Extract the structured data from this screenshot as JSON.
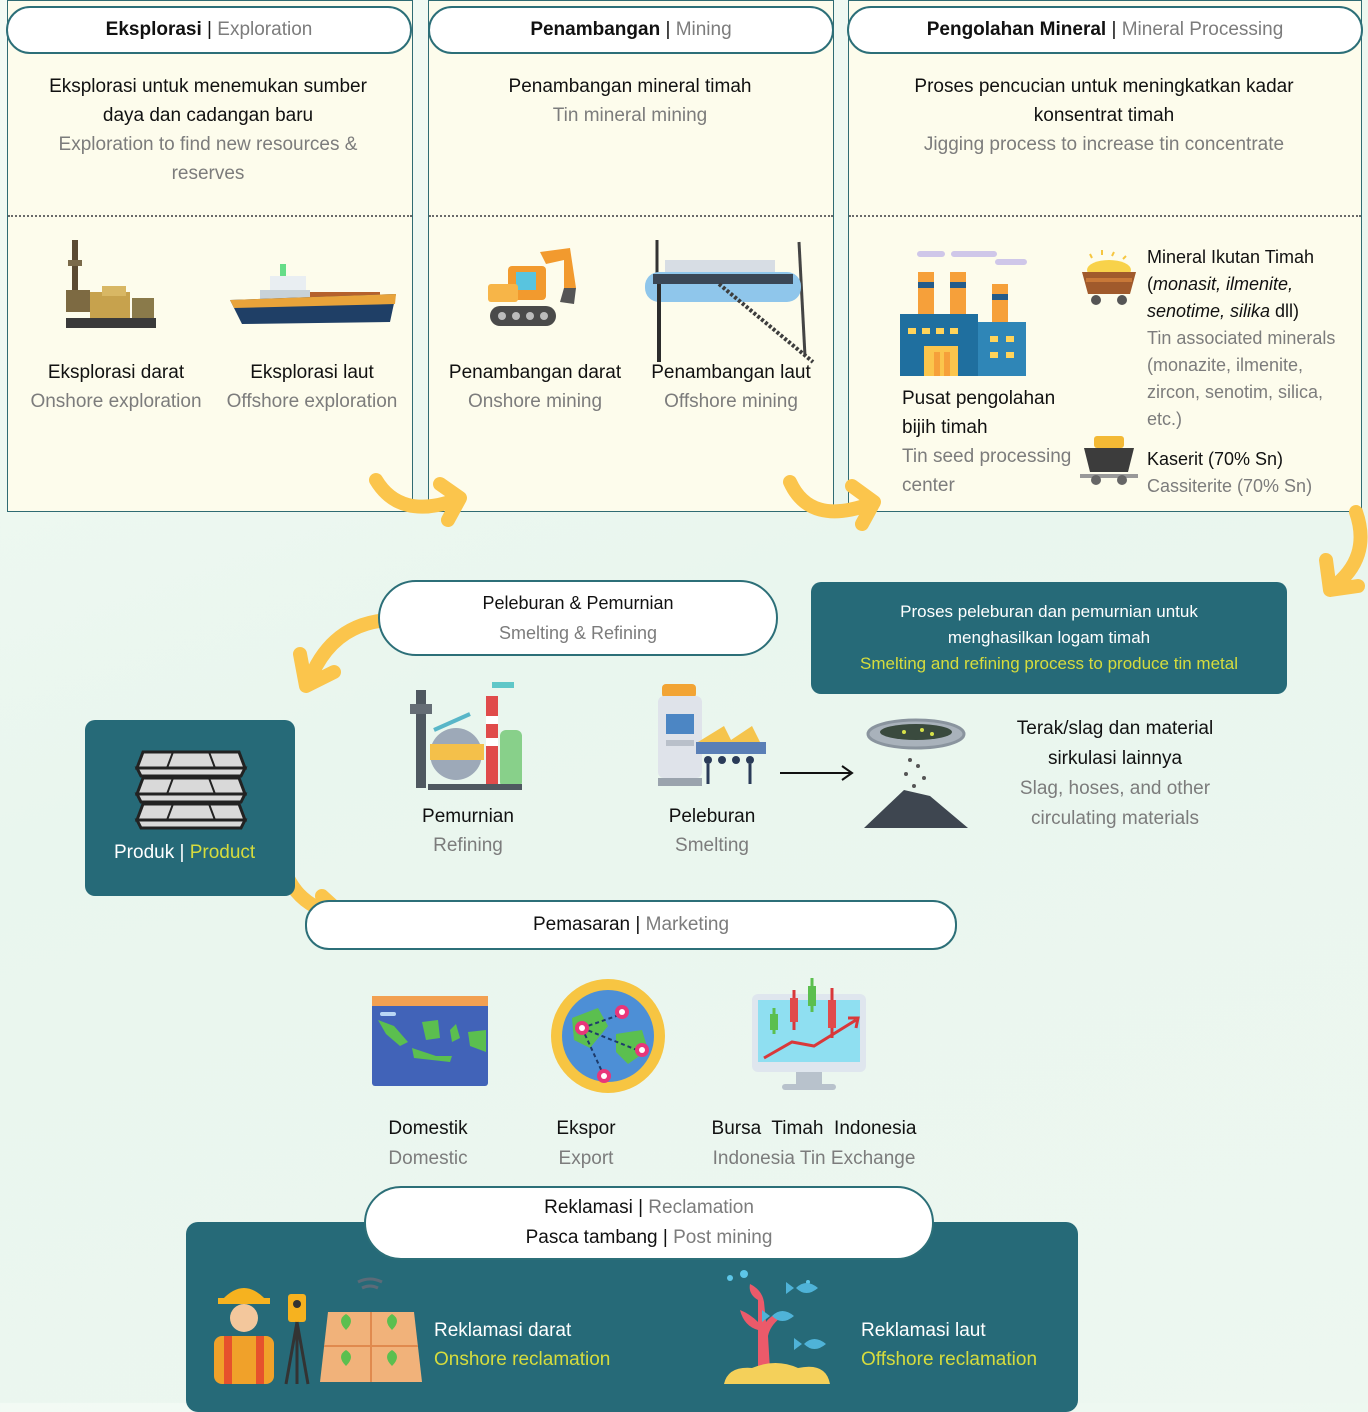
{
  "colors": {
    "teal": "#266a78",
    "border": "#2c6f78",
    "arrow": "#fbc54c",
    "yellow_text": "#d6dc3d",
    "panel_bg": "#fdfcec",
    "grey_text": "#7c7c7c"
  },
  "exploration": {
    "title_id": "Eksplorasi",
    "sep": " | ",
    "title_en": "Exploration",
    "desc_id": "Eksplorasi untuk menemukan sumber daya dan cadangan baru",
    "desc_en": "Exploration to find new resources & reserves",
    "items": [
      {
        "label_id": "Eksplorasi darat",
        "label_en": "Onshore exploration",
        "icon": "drill-rig-icon"
      },
      {
        "label_id": "Eksplorasi laut",
        "label_en": "Offshore exploration",
        "icon": "ship-icon"
      }
    ]
  },
  "mining": {
    "title_id": "Penambangan",
    "sep": " | ",
    "title_en": "Mining",
    "desc_id": "Penambangan mineral timah",
    "desc_en": "Tin mineral mining",
    "items": [
      {
        "label_id": "Penambangan darat",
        "label_en": "Onshore mining",
        "icon": "excavator-icon"
      },
      {
        "label_id": "Penambangan laut",
        "label_en": "Offshore mining",
        "icon": "dredge-icon"
      }
    ]
  },
  "processing": {
    "title_id": "Pengolahan Mineral",
    "sep": " | ",
    "title_en": "Mineral Processing",
    "desc_id": "Proses pencucian untuk meningkatkan kadar konsentrat timah",
    "desc_en": "Jigging process to increase tin concentrate",
    "center_label_id": "Pusat pengolahan bijih timah",
    "center_label_en": "Tin seed processing center",
    "assoc_title_id": "Mineral Ikutan Timah",
    "assoc_italic": "monasit, ilmenite, senotime, silika",
    "assoc_suffix": " dll)",
    "assoc_open": "(",
    "assoc_en": "Tin associated minerals (monazite, ilmenite, zircon, senotim, silica, etc.)",
    "cass_id": "Kaserit (70% Sn)",
    "cass_en": "Cassiterite (70% Sn)"
  },
  "smelting": {
    "pill_id": "Peleburan & Pemurnian",
    "pill_en": "Smelting & Refining",
    "box_id": "Proses peleburan dan pemurnian untuk menghasilkan logam timah",
    "box_en": "Smelting and refining process to produce tin metal",
    "refining_id": "Pemurnian",
    "refining_en": "Refining",
    "smelting_id": "Peleburan",
    "smelting_en": "Smelting",
    "slag_id": "Terak/slag dan material sirkulasi lainnya",
    "slag_en": "Slag, hoses, and other circulating materials"
  },
  "product": {
    "label_id": "Produk",
    "sep": " | ",
    "label_en": "Product"
  },
  "marketing": {
    "title_id": "Pemasaran",
    "sep": " | ",
    "title_en": "Marketing",
    "items": [
      {
        "label_id": "Domestik",
        "label_en": "Domestic"
      },
      {
        "label_id": "Ekspor",
        "label_en": "Export"
      },
      {
        "label_id": "Bursa  Timah  Indonesia",
        "label_en": "Indonesia Tin Exchange"
      }
    ]
  },
  "reclamation": {
    "line1_id": "Reklamasi",
    "line1_en": "Reclamation",
    "sep": " | ",
    "line2_id": "Pasca tambang",
    "line2_en": "Post mining",
    "onshore_id": "Reklamasi darat",
    "onshore_en": "Onshore reclamation",
    "offshore_id": "Reklamasi laut",
    "offshore_en": "Offshore reclamation"
  }
}
